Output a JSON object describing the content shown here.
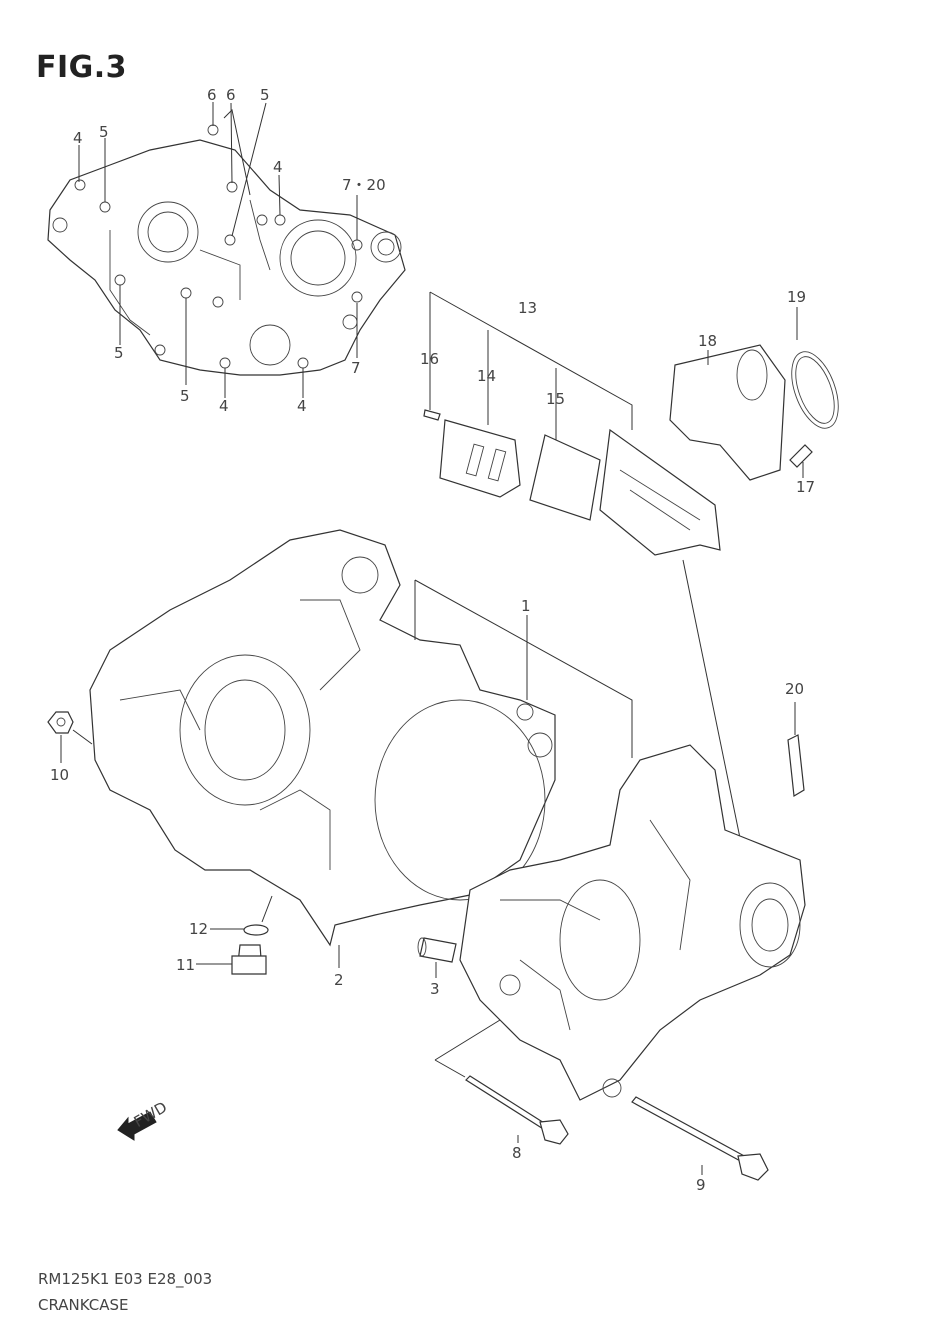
{
  "figure": {
    "title": "FIG.3"
  },
  "callouts": {
    "c1": "1",
    "c2": "2",
    "c3": "3",
    "c4a": "4",
    "c4b": "4",
    "c4c": "4",
    "c4d": "4",
    "c5a": "5",
    "c5b": "5",
    "c5c": "5",
    "c5d": "5",
    "c6a": "6",
    "c6b": "6",
    "c7": "7",
    "c7_20": "7・20",
    "c8": "8",
    "c9": "9",
    "c10": "10",
    "c11": "11",
    "c12": "12",
    "c13": "13",
    "c14": "14",
    "c15": "15",
    "c16": "16",
    "c17": "17",
    "c18": "18",
    "c19": "19",
    "c20": "20"
  },
  "fwd_arrow": {
    "label": "FWD"
  },
  "footer": {
    "code": "RM125K1 E03 E28_003",
    "name": "CRANKCASE"
  }
}
